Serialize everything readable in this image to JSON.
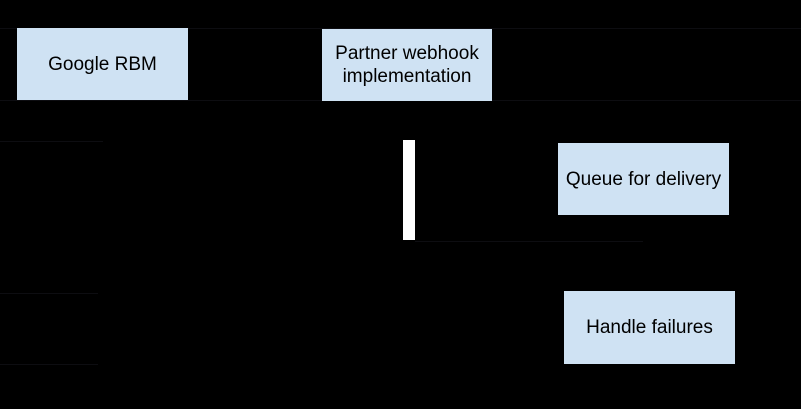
{
  "colors": {
    "background": "#000000",
    "node_fill": "#cfe2f3",
    "node_text": "#000000",
    "activation_bar": "#ffffff"
  },
  "nodes": {
    "google_rbm": {
      "label": "Google RBM"
    },
    "partner_webhook": {
      "label": "Partner webhook implementation"
    },
    "queue_for_delivery": {
      "label": "Queue for delivery"
    },
    "handle_failures": {
      "label": "Handle failures"
    }
  }
}
